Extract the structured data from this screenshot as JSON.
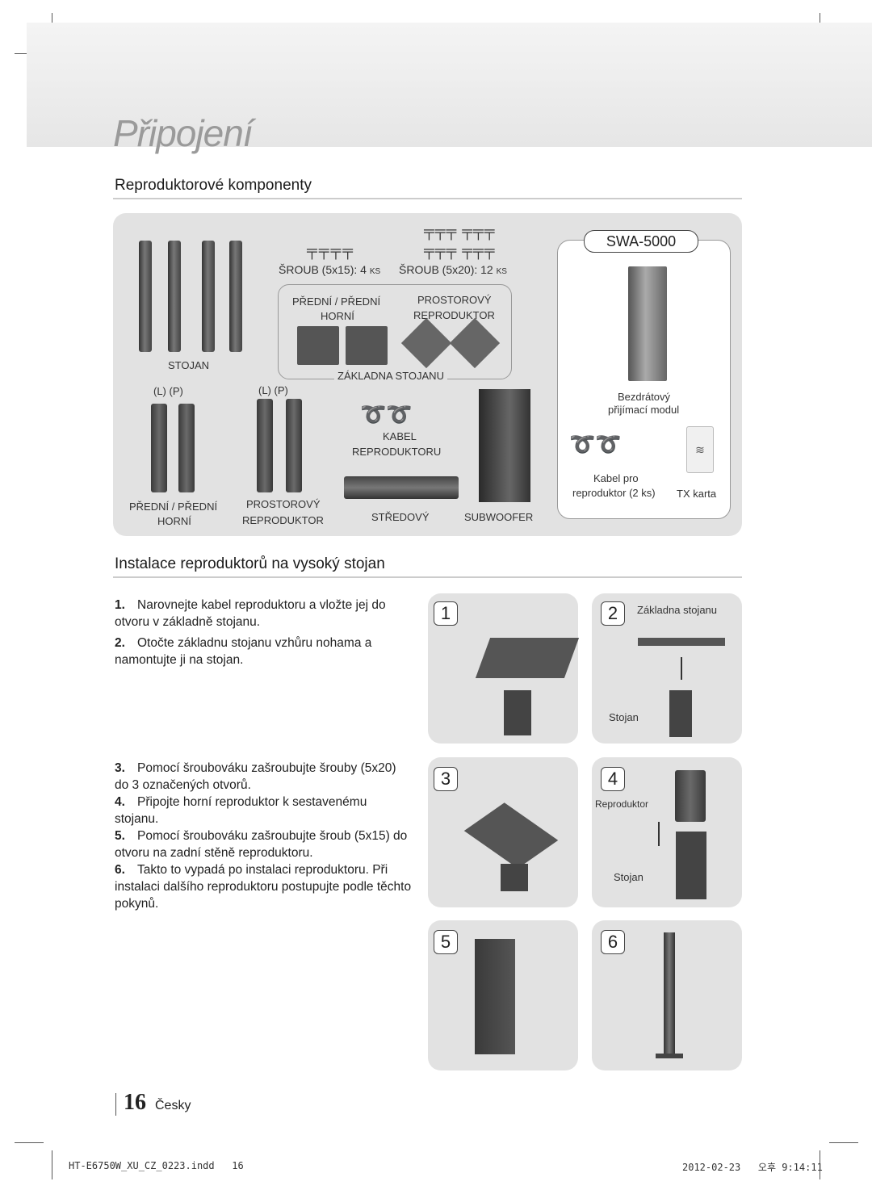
{
  "chapter_title": "Připojení",
  "section1_title": "Reproduktorové komponenty",
  "section2_title": "Instalace reproduktorů na vysoký stojan",
  "components": {
    "model_badge": "SWA-5000",
    "screw_5x15": "ŠROUB (5x15): 4",
    "screw_5x15_unit": "KS",
    "screw_5x20": "ŠROUB (5x20): 12",
    "screw_5x20_unit": "KS",
    "base_front_top_l1": "PŘEDNÍ / PŘEDNÍ",
    "base_front_top_l2": "HORNÍ",
    "base_surround_l1": "PROSTOROVÝ",
    "base_surround_l2": "REPRODUKTOR",
    "stand_base": "ZÁKLADNA STOJANU",
    "stand": "STOJAN",
    "lr1": "(L)   (P)",
    "lr2": "(L)   (P)",
    "cable_l1": "KABEL",
    "cable_l2": "REPRODUKTORU",
    "front_top_l1": "PŘEDNÍ / PŘEDNÍ",
    "front_top_l2": "HORNÍ",
    "surround_l1": "PROSTOROVÝ",
    "surround_l2": "REPRODUKTOR",
    "center": "STŘEDOVÝ",
    "subwoofer": "SUBWOOFER",
    "wireless_l1": "Bezdrátový",
    "wireless_l2": "přijímací modul",
    "cable2_l1": "Kabel pro",
    "cable2_l2": "reproduktor (2 ks)",
    "tx_card": "TX karta"
  },
  "steps": [
    {
      "num": "1.",
      "text": "Narovnejte kabel reproduktoru a vložte jej do otvoru v základně stojanu."
    },
    {
      "num": "2.",
      "text": "Otočte základnu stojanu vzhůru nohama a namontujte ji na stojan."
    },
    {
      "num": "3.",
      "text": "Pomocí šroubováku zašroubujte šrouby (5x20) do 3 označených otvorů."
    },
    {
      "num": "4.",
      "text": "Připojte horní reproduktor k sestavenému stojanu."
    },
    {
      "num": "5.",
      "text": "Pomocí šroubováku zašroubujte šroub (5x15) do otvoru na zadní stěně reproduktoru."
    },
    {
      "num": "6.",
      "text": "Takto to vypadá po instalaci reproduktoru. Při instalaci dalšího reproduktoru postupujte podle těchto pokynů."
    }
  ],
  "figures": {
    "n1": "1",
    "n2": "2",
    "n3": "3",
    "n4": "4",
    "n5": "5",
    "n6": "6",
    "fig2_base": "Základna stojanu",
    "fig2_stand": "Stojan",
    "fig4_speaker": "Reproduktor",
    "fig4_stand": "Stojan"
  },
  "page": {
    "number": "16",
    "language": "Česky"
  },
  "footer": {
    "left": "HT-E6750W_XU_CZ_0223.indd   16",
    "right": "2012-02-23   오후 9:14:11"
  }
}
